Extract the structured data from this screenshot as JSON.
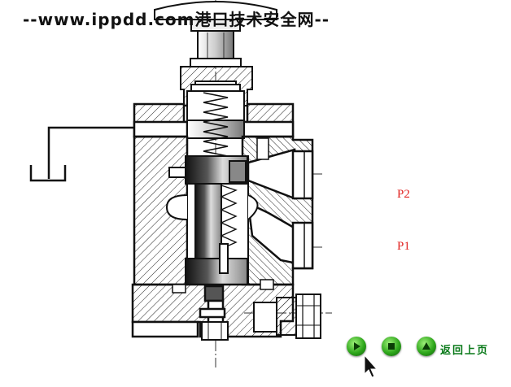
{
  "watermark": {
    "text": "--www.ippdd.com港口技术安全网--"
  },
  "diagram": {
    "port_labels": {
      "p2": "P2",
      "p1": "P1"
    }
  },
  "controls": {
    "play_icon": "play-triangle-icon",
    "stop_icon": "stop-square-icon",
    "back_icon": "up-triangle-icon",
    "back_label": "返回上页",
    "accent_color": "#2fa81c",
    "label_color": "#e0201e"
  }
}
